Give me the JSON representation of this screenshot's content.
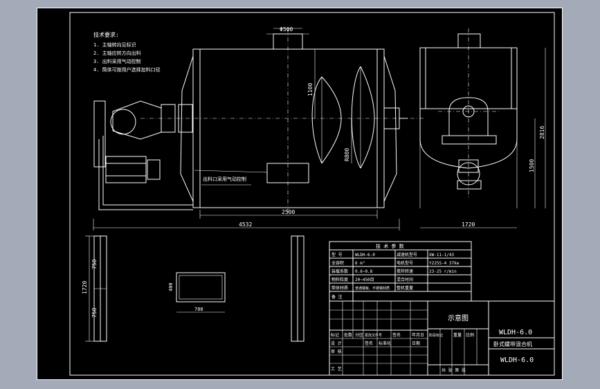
{
  "tech_requirements": {
    "title": "技术要求:",
    "items": [
      "1. 主轴转向见标识",
      "2. 主轴应转方向出料",
      "3. 出料采用气动控制",
      "4. 筒体可按用户选择加料口径"
    ]
  },
  "dimensions": {
    "inlet_dia": "Φ500",
    "height_1100": "1100",
    "radius": "R800",
    "width_2500": "2500",
    "total_4532": "4532",
    "height_2816": "2816",
    "height_1500": "1500",
    "side_1720": "1720",
    "d1720": "1720",
    "d750a": "750",
    "d750b": "750",
    "d400": "400",
    "d700": "700"
  },
  "callout": "出料口采用气动控制",
  "spec_table": {
    "title": "技 术 参 数",
    "rows": [
      [
        "型 号",
        "WLDH-6.0",
        "减速机型号",
        "XW-11-1/43"
      ],
      [
        "全容积",
        "6 m³",
        "电机型号",
        "Y225S-4 37kw"
      ],
      [
        "装载系数",
        "0.6~0.8",
        "搅拌转速",
        "23-25 r/min"
      ],
      [
        "物料粒度",
        "20~450目",
        "混合时间",
        ""
      ],
      [
        "筒体材质",
        "普通钢板、不锈钢材质",
        "整机重量",
        ""
      ],
      [
        "备 注",
        "",
        "",
        ""
      ]
    ]
  },
  "title_block": {
    "drawing_title": "示意图",
    "model": "WLDH-6.0",
    "name": "卧式螺带混合机",
    "code": "WLDH-6.0",
    "rev_headers": [
      "标记",
      "处数",
      "分区",
      "更改文件号",
      "签名",
      "年月日"
    ],
    "row_labels": [
      "设 计",
      "审 核",
      "工 艺"
    ],
    "std": "标准化",
    "date_label": "日期",
    "sign_label": "签名",
    "stage": [
      "阶段标记",
      "重量",
      "比例"
    ],
    "sheet": "共 张 第 张"
  }
}
